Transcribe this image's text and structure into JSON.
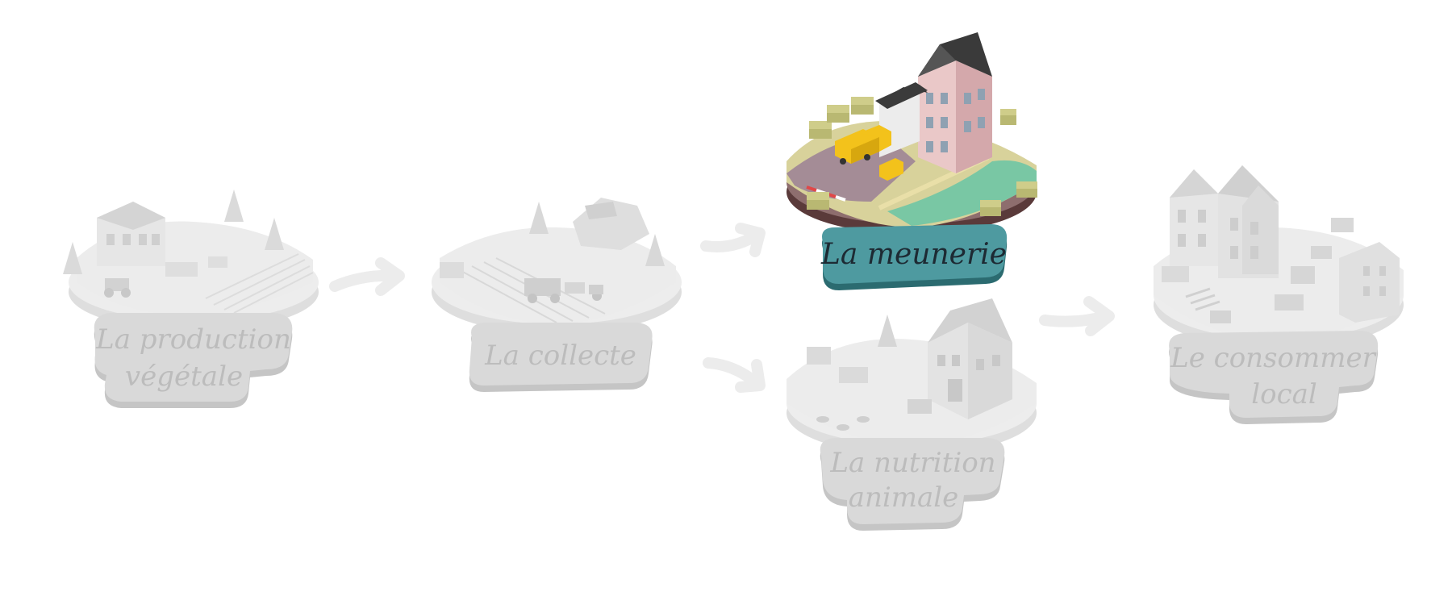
{
  "steps": [
    {
      "id": "production",
      "label_lines": [
        "La production",
        "végétale"
      ],
      "active": false
    },
    {
      "id": "collecte",
      "label_lines": [
        "La collecte"
      ],
      "active": false
    },
    {
      "id": "meunerie",
      "label_lines": [
        "La meunerie"
      ],
      "active": true
    },
    {
      "id": "nutrition",
      "label_lines": [
        "La nutrition",
        "animale"
      ],
      "active": false
    },
    {
      "id": "consommer",
      "label_lines": [
        "Le consommer",
        "local"
      ],
      "active": false
    }
  ],
  "colors": {
    "inactive_fill": "#ededed",
    "inactive_shade": "#dcdcdc",
    "inactive_label": "#d9d9d9",
    "inactive_label_shadow": "#bdbdbd",
    "inactive_text": "#bcbcbc",
    "active_label": "#4e9aa0",
    "active_label_shadow": "#2b6b70",
    "active_text": "#1d2a33",
    "arrow": "#ebebeb",
    "water": "#79c7a4",
    "road": "#a58f96",
    "grass": "#d9d3a0",
    "truck": "#f3c21b",
    "building_wall": "#e9c7c7",
    "building_roof": "#3a3a3a"
  }
}
